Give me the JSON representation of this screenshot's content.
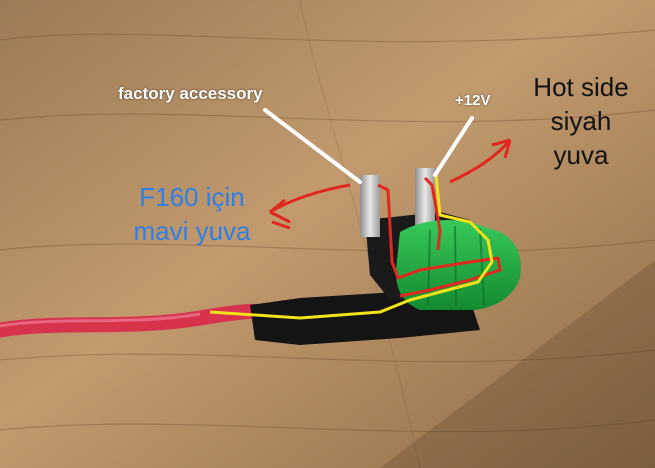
{
  "labels": {
    "factory": "factory accessory",
    "plus12v": "+12V",
    "hot_side": [
      "Hot side",
      "siyah",
      "yuva"
    ],
    "f160": [
      "F160 için",
      "mavi yuva"
    ]
  },
  "colors": {
    "wood": "#b08a62",
    "blue_text": "#2f7fe8",
    "red_annotation": "#e0281e",
    "yellow_annotation": "#f2e21a",
    "fuse_green": "#1faa3c"
  }
}
